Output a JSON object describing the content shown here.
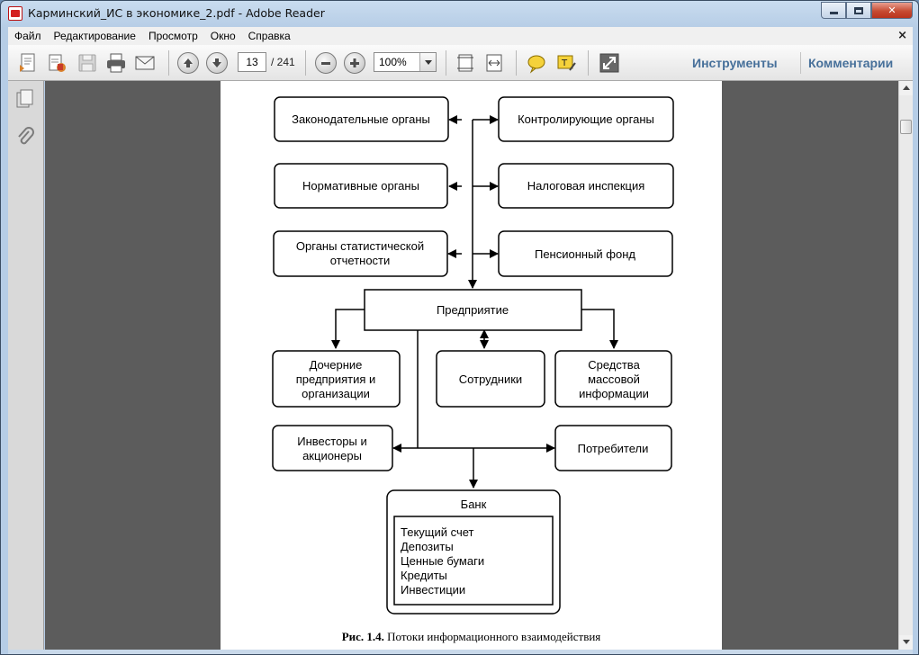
{
  "window": {
    "title": "Карминский_ИС в экономике_2.pdf - Adobe Reader",
    "close_label": "✕"
  },
  "menu": {
    "items": [
      "Файл",
      "Редактирование",
      "Просмотр",
      "Окно",
      "Справка"
    ],
    "close": "×"
  },
  "toolbar": {
    "current_page": "13",
    "total_pages": "/ 241",
    "zoom": "100%",
    "tools_label": "Инструменты",
    "comments_label": "Комментарии"
  },
  "diagram": {
    "boxes": {
      "legislative": "Законодательные органы",
      "controlling": "Контролирующие органы",
      "normative": "Нормативные органы",
      "tax": "Налоговая инспекция",
      "stats_line1": "Органы статистической",
      "stats_line2": "отчетности",
      "pension": "Пенсионный фонд",
      "enterprise": "Предприятие",
      "subsidiaries_line1": "Дочерние",
      "subsidiaries_line2": "предприятия и",
      "subsidiaries_line3": "организации",
      "employees": "Сотрудники",
      "media_line1": "Средства",
      "media_line2": "массовой",
      "media_line3": "информации",
      "investors_line1": "Инвесторы и",
      "investors_line2": "акционеры",
      "consumers": "Потребители",
      "bank": "Банк"
    },
    "bank_items": [
      "Текущий счет",
      "Депозиты",
      "Ценные бумаги",
      "Кредиты",
      "Инвестиции"
    ],
    "caption_label": "Рис. 1.4.",
    "caption_text": " Потоки информационного взаимодействия"
  }
}
